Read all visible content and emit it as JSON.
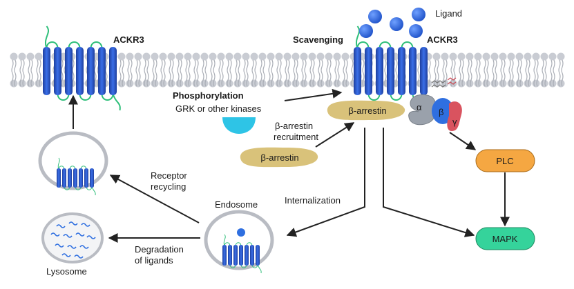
{
  "labels": {
    "ackr3_left": "ACKR3",
    "ackr3_right": "ACKR3",
    "scavenging": "Scavenging",
    "ligand": "Ligand",
    "phosphorylation": "Phosphorylation",
    "grk": "GRK or other kinases",
    "barrestin_recruit_1": "β-arrestin",
    "barrestin_recruit_2": "recruitment",
    "barrestin_bound": "β-arrestin",
    "barrestin_free": "β-arrestin",
    "alpha": "α",
    "beta": "β",
    "gamma": "γ",
    "plc": "PLC",
    "mapk": "MAPK",
    "receptor_recycling_1": "Receptor",
    "receptor_recycling_2": "recycling",
    "internalization": "Internalization",
    "endosome": "Endosome",
    "degradation_1": "Degradation",
    "degradation_2": "of ligands",
    "lysosome": "Lysosome"
  },
  "colors": {
    "receptor_blue": "#2d5bd1",
    "receptor_dark": "#1e3f9e",
    "loop_green": "#2fbf7a",
    "membrane_gray": "#c9ccd3",
    "arrestin_tan": "#d9c27a",
    "kinase_cyan": "#2ec4e6",
    "plc_orange": "#f5a742",
    "mapk_green": "#35d39b",
    "g_alpha_gray": "#9aa1ab",
    "g_beta_blue": "#2f6fe0",
    "g_gamma_red": "#d9535f",
    "ligand_blue": "#2f6fe0",
    "arrow": "#222222"
  }
}
